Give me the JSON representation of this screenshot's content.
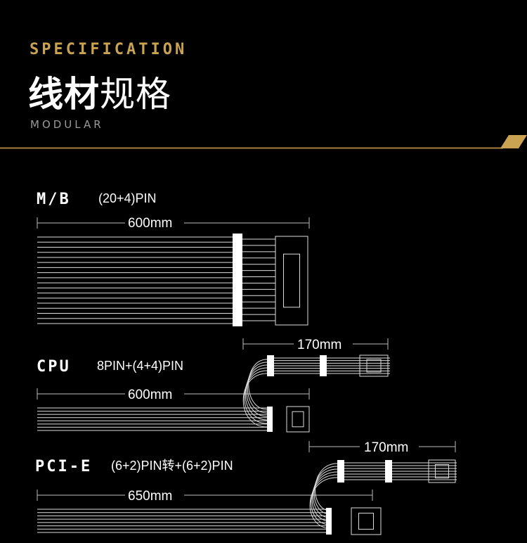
{
  "header": {
    "eyebrow": "SPECIFICATION",
    "title_bold": "线材",
    "title_light": "规格",
    "subtitle": "MODULAR",
    "accent_color": "#c9a352"
  },
  "cables": [
    {
      "name": "M/B",
      "pins": "(20+4)PIN",
      "length": "600mm"
    },
    {
      "name": "CPU",
      "pins": "8PIN+(4+4)PIN",
      "length": "600mm",
      "branch_length": "170mm"
    },
    {
      "name": "PCI-E",
      "pins": "(6+2)PIN转+(6+2)PIN",
      "length": "650mm",
      "branch_length": "170mm"
    }
  ]
}
